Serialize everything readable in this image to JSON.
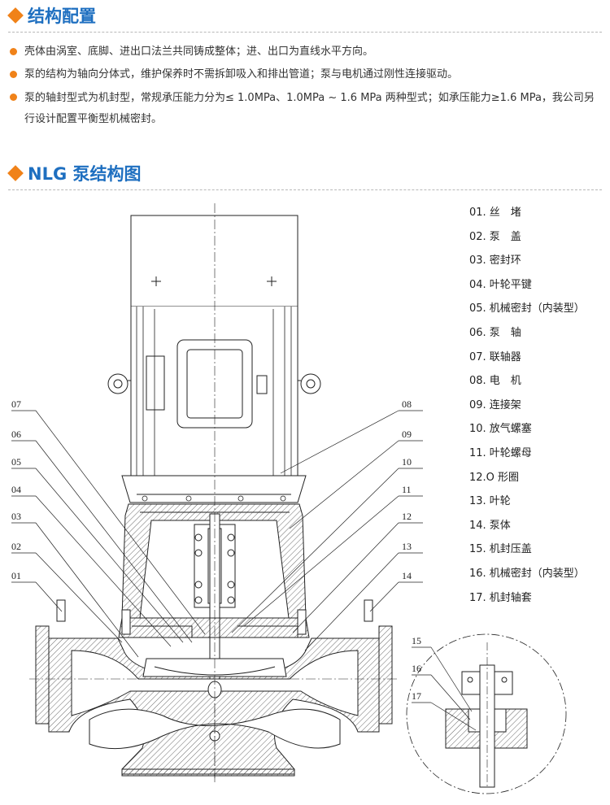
{
  "section1": {
    "title": "结构配置",
    "bullets": [
      "壳体由涡室、底脚、进出口法兰共同铸成整体；进、出口为直线水平方向。",
      "泵的结构为轴向分体式，维护保养时不需拆卸吸入和排出管道；泵与电机通过刚性连接驱动。",
      "泵的轴封型式为机封型，常规承压能力分为≤ 1.0MPa、1.0MPa ~ 1.6 MPa 两种型式；如承压能力≥1.6 MPa，我公司另行设计配置平衡型机械密封。"
    ]
  },
  "section2": {
    "title": "NLG 泵结构图"
  },
  "parts": [
    "01. 丝　堵",
    "02. 泵　盖",
    "03. 密封环",
    "04. 叶轮平键",
    "05. 机械密封（内装型）",
    "06. 泵　轴",
    "07. 联轴器",
    "08. 电　机",
    "09. 连接架",
    "10. 放气螺塞",
    "11. 叶轮螺母",
    "12.O 形圈",
    "13. 叶轮",
    "14. 泵体",
    "15. 机封压盖",
    "16. 机械密封（内装型）",
    "17. 机封轴套"
  ],
  "callouts": {
    "left": [
      "07",
      "06",
      "05",
      "04",
      "03",
      "02",
      "01"
    ],
    "right": [
      "08",
      "09",
      "10",
      "11",
      "12",
      "13",
      "14"
    ],
    "detail": [
      "15",
      "16",
      "17"
    ]
  },
  "colors": {
    "accent": "#f08219",
    "heading": "#1e6fc0"
  }
}
